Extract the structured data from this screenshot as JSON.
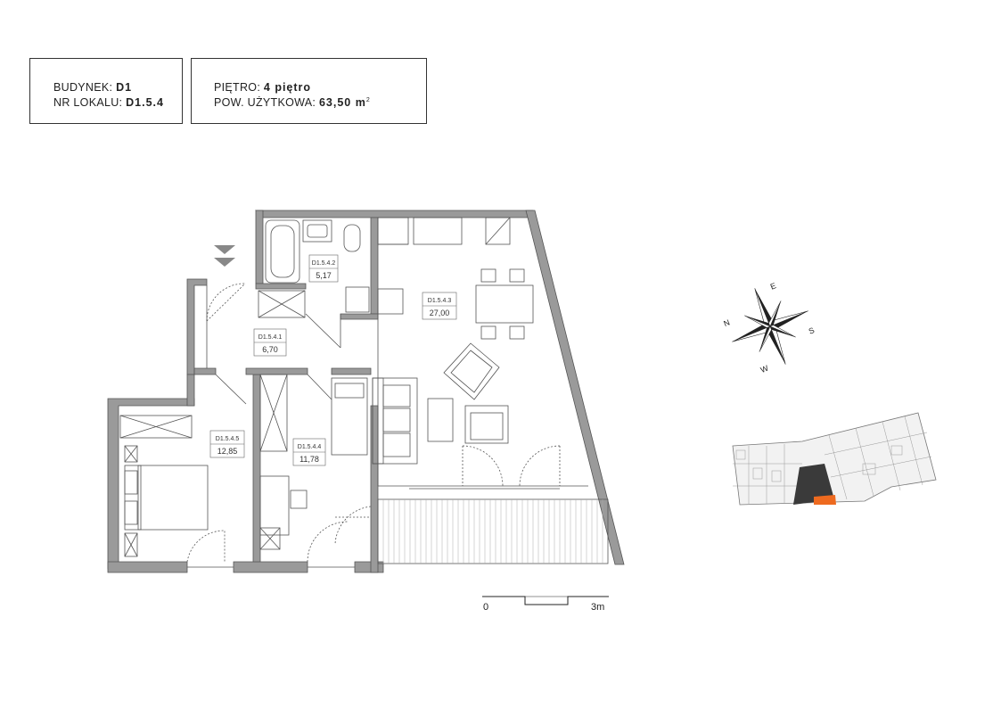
{
  "header": {
    "building_label": "BUDYNEK:",
    "building_value": "D1",
    "unit_label": "NR LOKALU:",
    "unit_value": "D1.5.4",
    "floor_label": "PIĘTRO:",
    "floor_value": "4 piętro",
    "area_label": "POW. UŻYTKOWA:",
    "area_value": "63,50 m",
    "area_sup": "2"
  },
  "rooms": [
    {
      "id": "D1.5.4.1",
      "area": "6,70"
    },
    {
      "id": "D1.5.4.2",
      "area": "5,17"
    },
    {
      "id": "D1.5.4.3",
      "area": "27,00"
    },
    {
      "id": "D1.5.4.4",
      "area": "11,78"
    },
    {
      "id": "D1.5.4.5",
      "area": "12,85"
    }
  ],
  "compass": {
    "n": "N",
    "e": "E",
    "s": "S",
    "w": "W"
  },
  "scale": {
    "start": "0",
    "end": "3m"
  },
  "colors": {
    "wall": "#9a9a9a",
    "wall_stroke": "#555555",
    "highlight": "#ee6a1f",
    "building": "#3a3a3a"
  },
  "icons": {
    "entrance": "entrance-arrow-icon",
    "compass": "compass-rose-icon"
  }
}
